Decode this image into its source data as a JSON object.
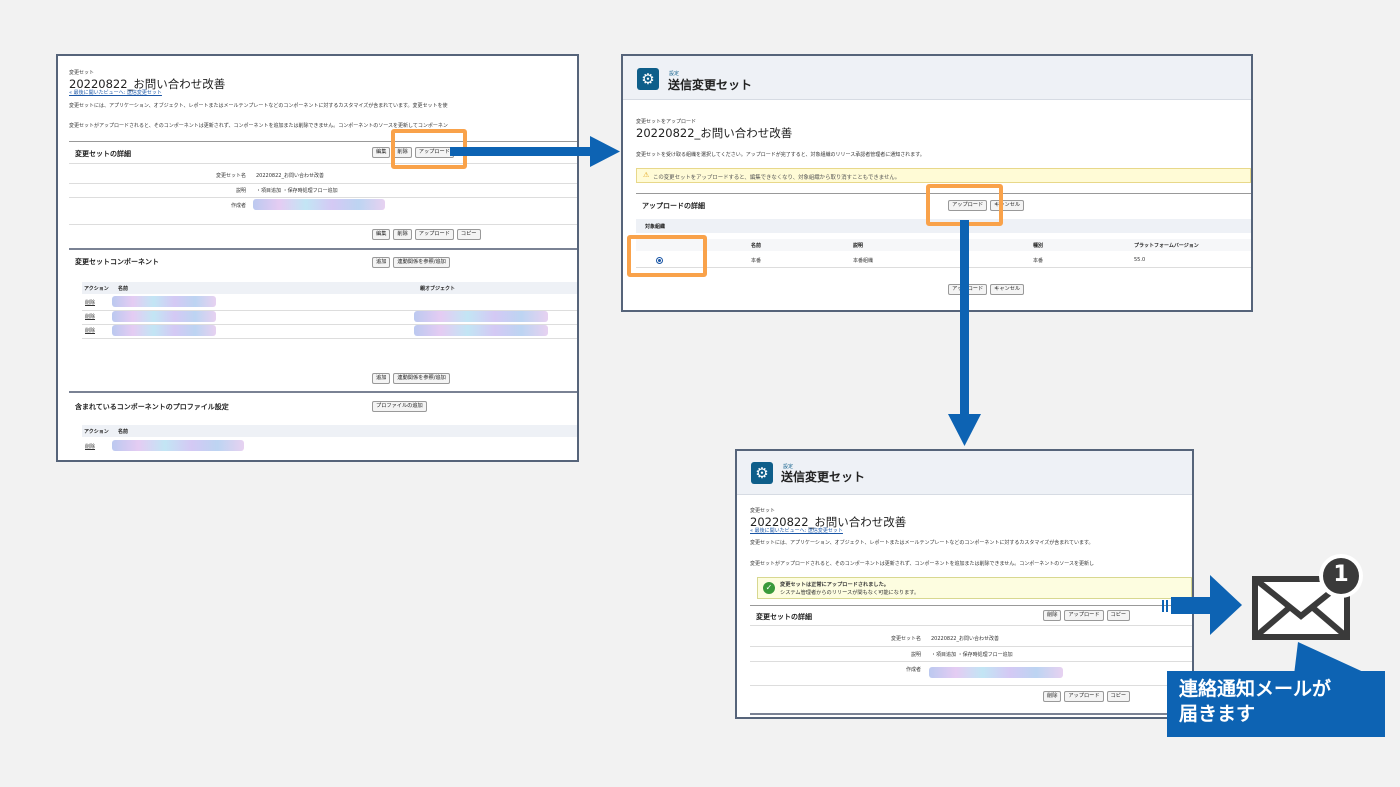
{
  "colors": {
    "accent_orange": "#f9a24a",
    "arrow_blue": "#0d63b3",
    "header_blue": "#0e5e8a",
    "warning_bg": "#fffbd6"
  },
  "left": {
    "crumb": "変更セット",
    "title": "20220822_お問い合わせ改善",
    "back_link": "« 最後に開いたビューへ: 送信変更セット",
    "para1": "変更セットには、アプリケーション、オブジェクト、レポートまたはメールテンプレートなどのコンポーネントに対するカスタマイズが含まれています。変更セットを使",
    "para2": "変更セットがアップロードされると、そのコンポーネントは更新されず、コンポーネントを追加または削除できません。コンポーネントのソースを更新してコンポーネン",
    "detail": {
      "heading": "変更セットの詳細",
      "top_buttons": [
        "編集",
        "削除",
        "アップロード"
      ],
      "fields": [
        {
          "label": "変更セット名",
          "value": "20220822_お問い合わせ改善"
        },
        {
          "label": "説明",
          "value": "・項目追加 ・保存時処理フロー追加"
        },
        {
          "label": "作成者",
          "value": ""
        }
      ],
      "bottom_buttons": [
        "編集",
        "削除",
        "アップロード",
        "コピー"
      ]
    },
    "components": {
      "heading": "変更セットコンポーネント",
      "buttons": [
        "追加",
        "連動関係を参照/追加"
      ],
      "columns": [
        "アクション",
        "名前",
        "親オブジェクト"
      ],
      "rows": [
        {
          "action": "削除"
        },
        {
          "action": "削除"
        },
        {
          "action": "削除"
        }
      ],
      "bottom_buttons": [
        "追加",
        "連動関係を参照/追加"
      ]
    },
    "profiles": {
      "heading": "含まれているコンポーネントのプロファイル設定",
      "button": "プロファイルの追加",
      "columns": [
        "アクション",
        "名前"
      ],
      "rows": [
        {
          "action": "削除"
        }
      ]
    }
  },
  "right": {
    "header_small": "設定",
    "header_title": "送信変更セット",
    "crumb": "変更セットをアップロード",
    "title": "20220822_お問い合わせ改善",
    "instruction": "変更セットを受け取る組織を選択してください。アップロードが完了すると、対象組織のリリース承認者管理者に通知されます。",
    "warning": "この変更セットをアップロードすると、編集できなくなり、対象組織から取り消すこともできません。",
    "detail_heading": "アップロードの詳細",
    "buttons": [
      "アップロード",
      "キャンセル"
    ],
    "target_label": "対象組織",
    "columns": [
      "名前",
      "説明",
      "種別",
      "プラットフォームバージョン"
    ],
    "row": {
      "name": "本番",
      "desc": "本番組織",
      "type": "本番",
      "version": "55.0"
    },
    "bottom_buttons": [
      "アップロード",
      "キャンセル"
    ]
  },
  "bottom": {
    "header_small": "設定",
    "header_title": "送信変更セット",
    "crumb": "変更セット",
    "title": "20220822_お問い合わせ改善",
    "back_link": "« 最後に開いたビューへ: 送信変更セット",
    "para1": "変更セットには、アプリケーション、オブジェクト、レポートまたはメールテンプレートなどのコンポーネントに対するカスタマイズが含まれています。",
    "para2": "変更セットがアップロードされると、そのコンポーネントは更新されず、コンポーネントを追加または削除できません。コンポーネントのソースを更新し",
    "success_title": "変更セットは正常にアップロードされました。",
    "success_sub": "システム管理者からのリリースが間もなく可能になります。",
    "detail_heading": "変更セットの詳細",
    "top_buttons": [
      "削除",
      "アップロード",
      "コピー"
    ],
    "fields": [
      {
        "label": "変更セット名",
        "value": "20220822_お問い合わせ改善"
      },
      {
        "label": "説明",
        "value": "・項目追加 ・保存時処理フロー追加"
      },
      {
        "label": "作成者",
        "value": ""
      }
    ],
    "bottom_buttons": [
      "削除",
      "アップロード",
      "コピー"
    ]
  },
  "mail": {
    "badge": "1",
    "caption_line1": "連絡通知メールが",
    "caption_line2": "届きます",
    "icon": "envelope-icon"
  }
}
